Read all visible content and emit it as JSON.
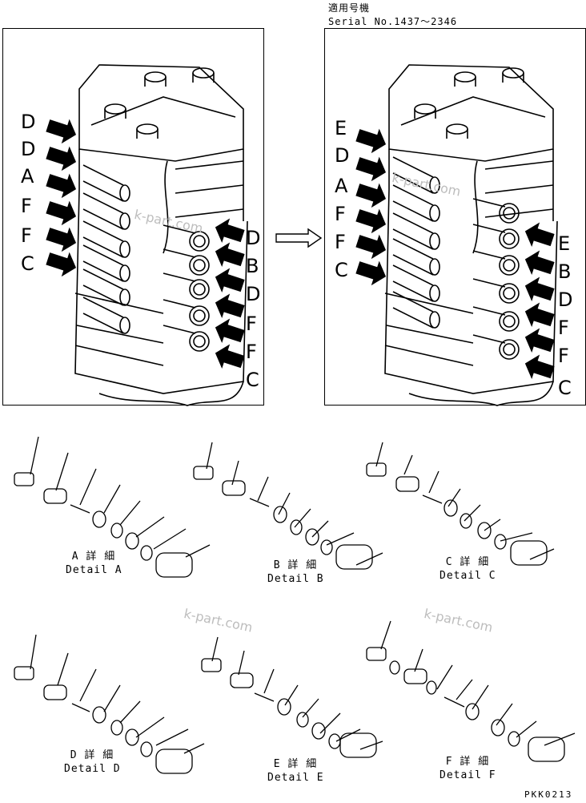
{
  "header": {
    "applicable_title": "適用号機",
    "serial": "Serial No.1437～2346"
  },
  "left_panel": {
    "left_labels": [
      "D",
      "D",
      "A",
      "F",
      "F",
      "C"
    ],
    "right_labels": [
      "D",
      "B",
      "D",
      "F",
      "F",
      "C"
    ]
  },
  "right_panel": {
    "left_labels": [
      "E",
      "D",
      "A",
      "F",
      "F",
      "C"
    ],
    "right_labels": [
      "E",
      "B",
      "D",
      "F",
      "F",
      "C"
    ]
  },
  "details": [
    {
      "jp": "A 詳 細",
      "en": "Detail A"
    },
    {
      "jp": "B 詳 細",
      "en": "Detail B"
    },
    {
      "jp": "C 詳 細",
      "en": "Detail C"
    },
    {
      "jp": "D 詳 細",
      "en": "Detail D"
    },
    {
      "jp": "E 詳 細",
      "en": "Detail E"
    },
    {
      "jp": "F 詳 細",
      "en": "Detail F"
    }
  ],
  "watermark": "k-part.com",
  "page_id": "PKK0213"
}
